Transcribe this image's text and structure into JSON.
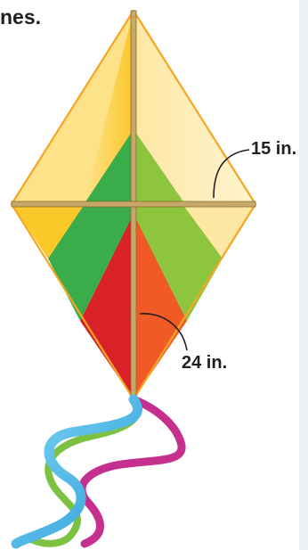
{
  "text": {
    "title_fragment": "nes.",
    "horizontal_half_label": "15 in.",
    "vertical_lower_label": "24 in."
  },
  "colors": {
    "frame_stick": "#b5904a",
    "top_left": "#fbc82a",
    "top_right": "#fde7a3",
    "mid_dark_green": "#3aac4a",
    "mid_light_green": "#8dc53e",
    "bottom_red": "#d92128",
    "bottom_orange": "#f15a24",
    "ribbon_blue": "#35b1e4",
    "ribbon_green": "#7cc142",
    "ribbon_magenta": "#c5308e"
  },
  "measurements": {
    "horizontal_half": {
      "value": 15,
      "unit": "in."
    },
    "vertical_lower": {
      "value": 24,
      "unit": "in."
    }
  }
}
